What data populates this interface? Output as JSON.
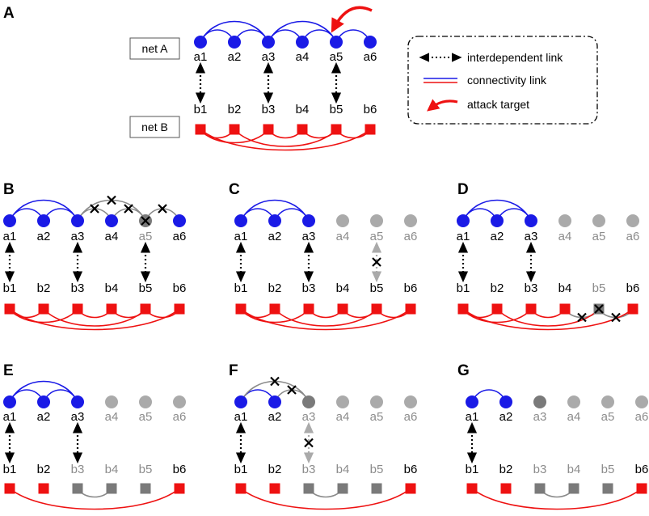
{
  "figure": {
    "net_a_label": "net A",
    "net_b_label": "net B",
    "legend": {
      "interdependent": "interdependent link",
      "connectivity": "connectivity link",
      "attack": "attack target"
    },
    "colors": {
      "a_active": "#1a1ae6",
      "b_active": "#ee1111",
      "inactive": "#aaaaaa",
      "failing": "#7a7a7a",
      "gray_edge": "#8a8a8a",
      "gray_text": "#8c8c8c",
      "dotted": "#000000"
    },
    "panels": [
      {
        "letter": "A",
        "a_labels": [
          "a1",
          "a2",
          "a3",
          "a4",
          "a5",
          "a6"
        ],
        "b_labels": [
          "b1",
          "b2",
          "b3",
          "b4",
          "b5",
          "b6"
        ]
      },
      {
        "letter": "B",
        "a_labels": [
          "a1",
          "a2",
          "a3",
          "a4",
          "a5",
          "a6"
        ],
        "b_labels": [
          "b1",
          "b2",
          "b3",
          "b4",
          "b5",
          "b6"
        ]
      },
      {
        "letter": "C",
        "a_labels": [
          "a1",
          "a2",
          "a3",
          "a4",
          "a5",
          "a6"
        ],
        "b_labels": [
          "b1",
          "b2",
          "b3",
          "b4",
          "b5",
          "b6"
        ]
      },
      {
        "letter": "D",
        "a_labels": [
          "a1",
          "a2",
          "a3",
          "a4",
          "a5",
          "a6"
        ],
        "b_labels": [
          "b1",
          "b2",
          "b3",
          "b4",
          "b5",
          "b6"
        ]
      },
      {
        "letter": "E",
        "a_labels": [
          "a1",
          "a2",
          "a3",
          "a4",
          "a5",
          "a6"
        ],
        "b_labels": [
          "b1",
          "b2",
          "b3",
          "b4",
          "b5",
          "b6"
        ]
      },
      {
        "letter": "F",
        "a_labels": [
          "a1",
          "a2",
          "a3",
          "a4",
          "a5",
          "a6"
        ],
        "b_labels": [
          "b1",
          "b2",
          "b3",
          "b4",
          "b5",
          "b6"
        ]
      },
      {
        "letter": "G",
        "a_labels": [
          "a1",
          "a2",
          "a3",
          "a4",
          "a5",
          "a6"
        ],
        "b_labels": [
          "b1",
          "b2",
          "b3",
          "b4",
          "b5",
          "b6"
        ]
      }
    ]
  }
}
